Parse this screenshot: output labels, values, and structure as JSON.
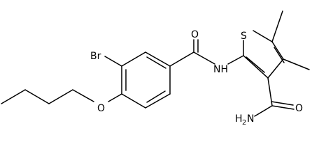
{
  "molecule": {
    "atoms": {
      "S": "S",
      "O_amide": "O",
      "NH": "NH",
      "Br": "Br",
      "O_ether": "O",
      "NH2_main": "H",
      "NH2_sub": "2",
      "NH2_N": "N",
      "O_carboxamide": "O"
    }
  },
  "colors": {
    "bond": "#000000",
    "label": "#000000",
    "background": "#ffffff"
  }
}
